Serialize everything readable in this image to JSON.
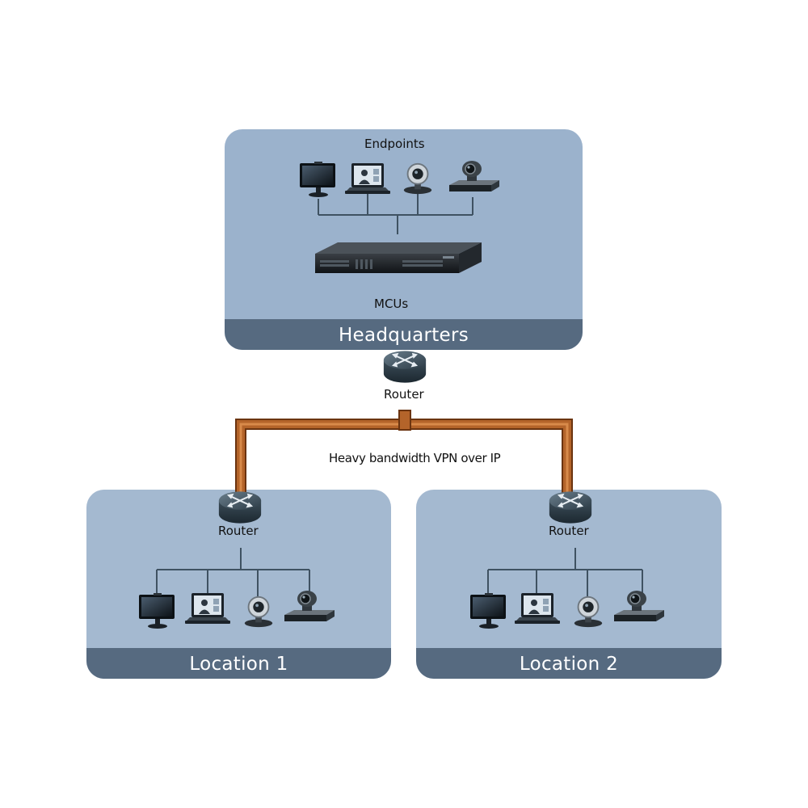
{
  "colors": {
    "zone_fill": "#9bb2cc",
    "zone_bar": "#566a80",
    "vpn_link": "#a85a1e",
    "line": "#5a6b78"
  },
  "headquarters": {
    "title": "Headquarters",
    "endpoints_label": "Endpoints",
    "mcu_label": "MCUs"
  },
  "hq_router": {
    "label": "Router"
  },
  "vpn": {
    "label": "Heavy bandwidth VPN over IP"
  },
  "location1": {
    "title": "Location 1",
    "router_label": "Router"
  },
  "location2": {
    "title": "Location 2",
    "router_label": "Router"
  },
  "icons": [
    "monitor-icon",
    "laptop-icon",
    "webcam-icon",
    "ptz-camera-icon",
    "mcu-server-icon",
    "router-icon"
  ]
}
